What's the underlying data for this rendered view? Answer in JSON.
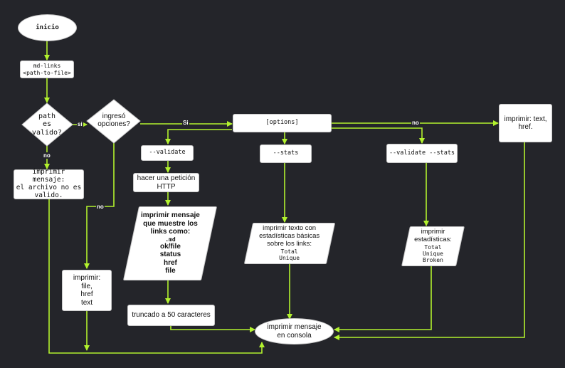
{
  "colors": {
    "background": "#24252a",
    "edge": "#b2f22e",
    "node_fill": "#ffffff"
  },
  "nodes": {
    "inicio": "inicio",
    "mdlinks_1": "md-links",
    "mdlinks_2": "<path-to-file>",
    "path_valid_1": "path",
    "path_valid_2": "es",
    "path_valid_3": "valido?",
    "ingreso_1": "ingresó",
    "ingreso_2": "opciones?",
    "error_1": "imprimir mensaje:",
    "error_2": "el archivo no es",
    "error_3": "valido.",
    "options": "[options]",
    "print_text_href_1": "imprimir: text,",
    "print_text_href_2": "href.",
    "validate": "--validate",
    "stats": "--stats",
    "validate_stats": "--validate --stats",
    "peticion_1": "hacer una petición",
    "peticion_2": "HTTP",
    "imprimir_links": {
      "l1": "imprimir mensaje",
      "l2": "que muestre los",
      "l3": "links como:",
      "l4": ".md",
      "l5": "ok/file",
      "l6": "status",
      "l7": "href",
      "l8": "file"
    },
    "stats_text": {
      "l1": "imprimir texto con",
      "l2": "estadísticas básicas",
      "l3": "sobre los links:",
      "l4": "Total",
      "l5": "Unique"
    },
    "estadisticas": {
      "l1": "imprimir",
      "l2": "estadísticas:",
      "l3": "Total",
      "l4": "Unique",
      "l5": "Broken"
    },
    "print_file": {
      "l1": "imprimir:",
      "l2": "file,",
      "l3": "href",
      "l4": "text"
    },
    "truncado": "truncado a 50 caracteres",
    "consola_1": "imprimir mensaje",
    "consola_2": "en consola"
  },
  "edge_labels": {
    "si_1": "si",
    "si_2": "Si",
    "no_1": "no",
    "no_2": "no",
    "no_3": "no"
  }
}
